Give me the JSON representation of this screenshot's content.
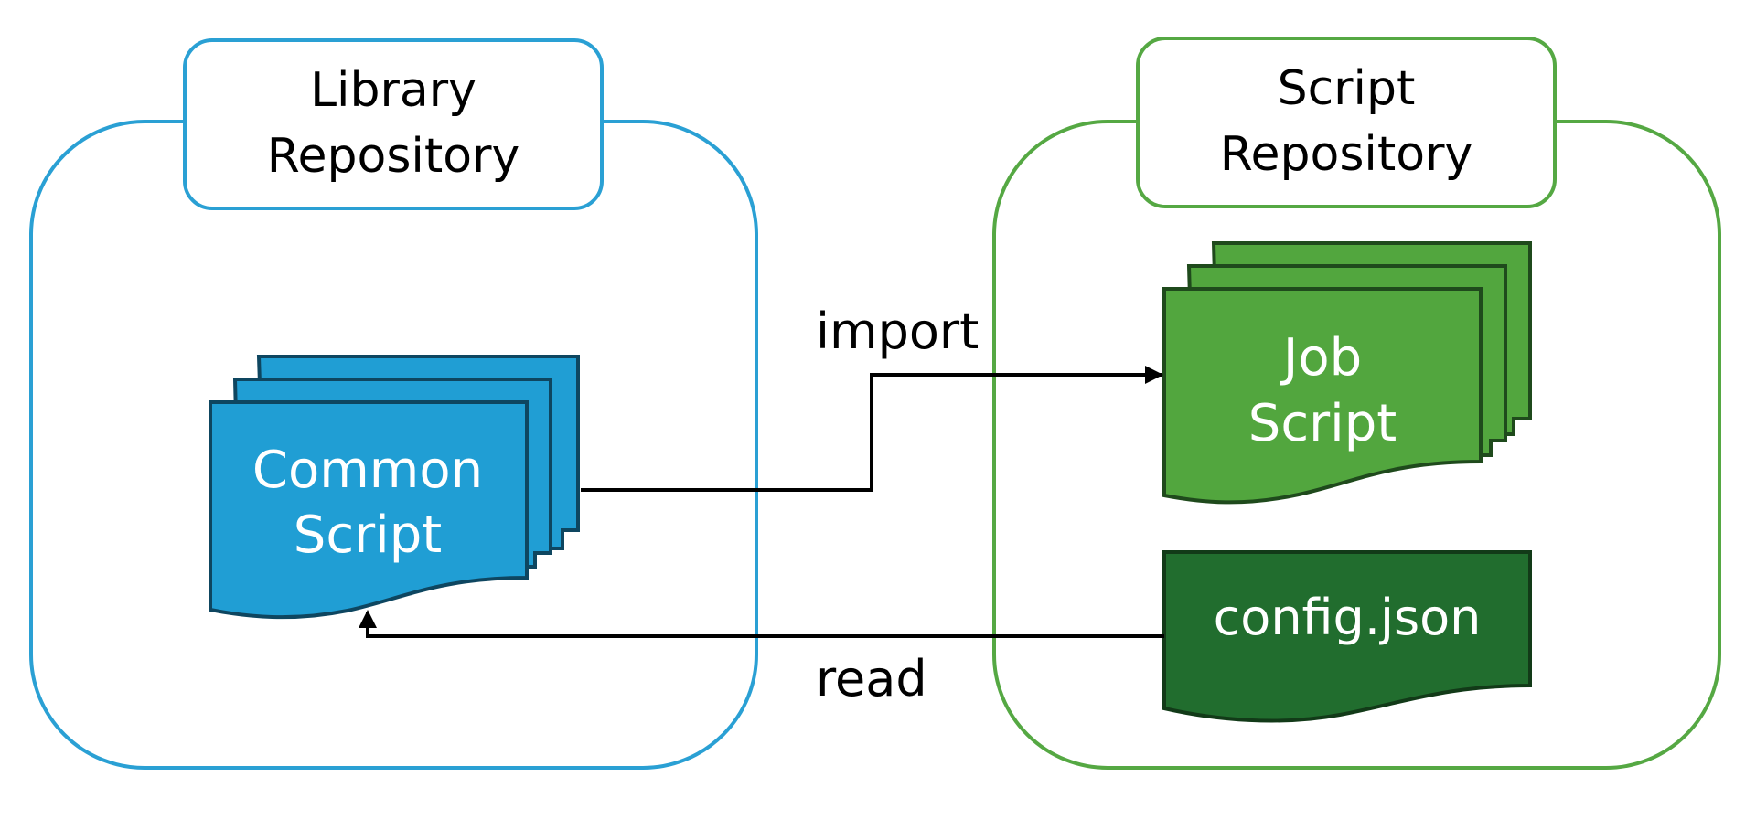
{
  "diagram": {
    "library_repo": {
      "title_line1": "Library",
      "title_line2": "Repository",
      "color": "#2aa0d4"
    },
    "script_repo": {
      "title_line1": "Script",
      "title_line2": "Repository",
      "color": "#55a843"
    },
    "common_script": {
      "line1": "Common",
      "line2": "Script",
      "fill": "#209ed4",
      "stroke": "#0e4660"
    },
    "job_script": {
      "line1": "Job",
      "line2": "Script",
      "fill": "#52a63e",
      "stroke": "#1f4a1c"
    },
    "config": {
      "label": "config.json",
      "fill": "#216d2e",
      "stroke": "#123a18"
    },
    "edges": {
      "import_label": "import",
      "read_label": "read"
    }
  }
}
